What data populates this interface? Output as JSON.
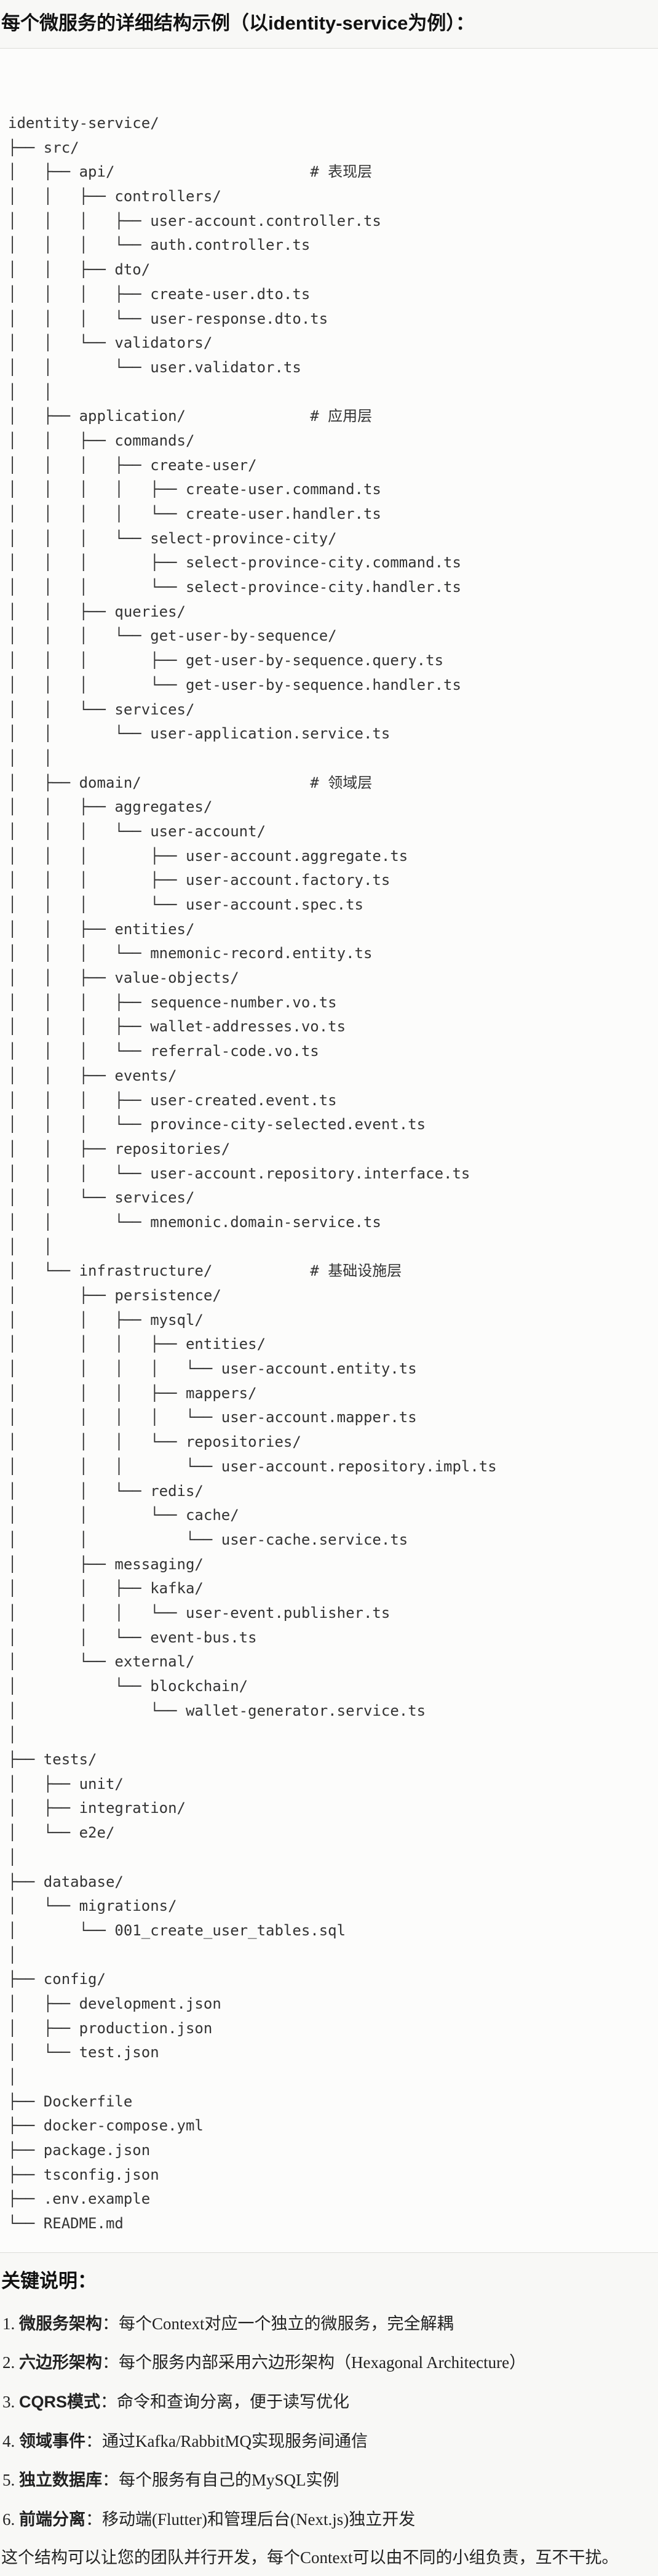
{
  "title": "每个微服务的详细结构示例（以identity-service为例）：",
  "tree": [
    {
      "t": "",
      "n": "identity-service/"
    },
    {
      "t": "├── ",
      "n": "src/"
    },
    {
      "t": "│   ├── ",
      "n": "api/",
      "c": "# 表现层"
    },
    {
      "t": "│   │   ├── ",
      "n": "controllers/"
    },
    {
      "t": "│   │   │   ├── ",
      "n": "user-account.controller.ts"
    },
    {
      "t": "│   │   │   └── ",
      "n": "auth.controller.ts"
    },
    {
      "t": "│   │   ├── ",
      "n": "dto/"
    },
    {
      "t": "│   │   │   ├── ",
      "n": "create-user.dto.ts"
    },
    {
      "t": "│   │   │   └── ",
      "n": "user-response.dto.ts"
    },
    {
      "t": "│   │   └── ",
      "n": "validators/"
    },
    {
      "t": "│   │       └── ",
      "n": "user.validator.ts"
    },
    {
      "t": "│   │",
      "n": ""
    },
    {
      "t": "│   ├── ",
      "n": "application/",
      "c": "# 应用层"
    },
    {
      "t": "│   │   ├── ",
      "n": "commands/"
    },
    {
      "t": "│   │   │   ├── ",
      "n": "create-user/"
    },
    {
      "t": "│   │   │   │   ├── ",
      "n": "create-user.command.ts"
    },
    {
      "t": "│   │   │   │   └── ",
      "n": "create-user.handler.ts"
    },
    {
      "t": "│   │   │   └── ",
      "n": "select-province-city/"
    },
    {
      "t": "│   │   │       ├── ",
      "n": "select-province-city.command.ts"
    },
    {
      "t": "│   │   │       └── ",
      "n": "select-province-city.handler.ts"
    },
    {
      "t": "│   │   ├── ",
      "n": "queries/"
    },
    {
      "t": "│   │   │   └── ",
      "n": "get-user-by-sequence/"
    },
    {
      "t": "│   │   │       ├── ",
      "n": "get-user-by-sequence.query.ts"
    },
    {
      "t": "│   │   │       └── ",
      "n": "get-user-by-sequence.handler.ts"
    },
    {
      "t": "│   │   └── ",
      "n": "services/"
    },
    {
      "t": "│   │       └── ",
      "n": "user-application.service.ts"
    },
    {
      "t": "│   │",
      "n": ""
    },
    {
      "t": "│   ├── ",
      "n": "domain/",
      "c": "# 领域层"
    },
    {
      "t": "│   │   ├── ",
      "n": "aggregates/"
    },
    {
      "t": "│   │   │   └── ",
      "n": "user-account/"
    },
    {
      "t": "│   │   │       ├── ",
      "n": "user-account.aggregate.ts"
    },
    {
      "t": "│   │   │       ├── ",
      "n": "user-account.factory.ts"
    },
    {
      "t": "│   │   │       └── ",
      "n": "user-account.spec.ts"
    },
    {
      "t": "│   │   ├── ",
      "n": "entities/"
    },
    {
      "t": "│   │   │   └── ",
      "n": "mnemonic-record.entity.ts"
    },
    {
      "t": "│   │   ├── ",
      "n": "value-objects/"
    },
    {
      "t": "│   │   │   ├── ",
      "n": "sequence-number.vo.ts"
    },
    {
      "t": "│   │   │   ├── ",
      "n": "wallet-addresses.vo.ts"
    },
    {
      "t": "│   │   │   └── ",
      "n": "referral-code.vo.ts"
    },
    {
      "t": "│   │   ├── ",
      "n": "events/"
    },
    {
      "t": "│   │   │   ├── ",
      "n": "user-created.event.ts"
    },
    {
      "t": "│   │   │   └── ",
      "n": "province-city-selected.event.ts"
    },
    {
      "t": "│   │   ├── ",
      "n": "repositories/"
    },
    {
      "t": "│   │   │   └── ",
      "n": "user-account.repository.interface.ts"
    },
    {
      "t": "│   │   └── ",
      "n": "services/"
    },
    {
      "t": "│   │       └── ",
      "n": "mnemonic.domain-service.ts"
    },
    {
      "t": "│   │",
      "n": ""
    },
    {
      "t": "│   └── ",
      "n": "infrastructure/",
      "c": "# 基础设施层"
    },
    {
      "t": "│       ├── ",
      "n": "persistence/"
    },
    {
      "t": "│       │   ├── ",
      "n": "mysql/"
    },
    {
      "t": "│       │   │   ├── ",
      "n": "entities/"
    },
    {
      "t": "│       │   │   │   └── ",
      "n": "user-account.entity.ts"
    },
    {
      "t": "│       │   │   ├── ",
      "n": "mappers/"
    },
    {
      "t": "│       │   │   │   └── ",
      "n": "user-account.mapper.ts"
    },
    {
      "t": "│       │   │   └── ",
      "n": "repositories/"
    },
    {
      "t": "│       │   │       └── ",
      "n": "user-account.repository.impl.ts"
    },
    {
      "t": "│       │   └── ",
      "n": "redis/"
    },
    {
      "t": "│       │       └── ",
      "n": "cache/"
    },
    {
      "t": "│       │           └── ",
      "n": "user-cache.service.ts"
    },
    {
      "t": "│       ├── ",
      "n": "messaging/"
    },
    {
      "t": "│       │   ├── ",
      "n": "kafka/"
    },
    {
      "t": "│       │   │   └── ",
      "n": "user-event.publisher.ts"
    },
    {
      "t": "│       │   └── ",
      "n": "event-bus.ts"
    },
    {
      "t": "│       └── ",
      "n": "external/"
    },
    {
      "t": "│           └── ",
      "n": "blockchain/"
    },
    {
      "t": "│               └── ",
      "n": "wallet-generator.service.ts"
    },
    {
      "t": "│",
      "n": ""
    },
    {
      "t": "├── ",
      "n": "tests/"
    },
    {
      "t": "│   ├── ",
      "n": "unit/"
    },
    {
      "t": "│   ├── ",
      "n": "integration/"
    },
    {
      "t": "│   └── ",
      "n": "e2e/"
    },
    {
      "t": "│",
      "n": ""
    },
    {
      "t": "├── ",
      "n": "database/"
    },
    {
      "t": "│   └── ",
      "n": "migrations/"
    },
    {
      "t": "│       └── ",
      "n": "001_create_user_tables.sql"
    },
    {
      "t": "│",
      "n": ""
    },
    {
      "t": "├── ",
      "n": "config/"
    },
    {
      "t": "│   ├── ",
      "n": "development.json"
    },
    {
      "t": "│   ├── ",
      "n": "production.json"
    },
    {
      "t": "│   └── ",
      "n": "test.json"
    },
    {
      "t": "│",
      "n": ""
    },
    {
      "t": "├── ",
      "n": "Dockerfile"
    },
    {
      "t": "├── ",
      "n": "docker-compose.yml"
    },
    {
      "t": "├── ",
      "n": "package.json"
    },
    {
      "t": "├── ",
      "n": "tsconfig.json"
    },
    {
      "t": "├── ",
      "n": ".env.example"
    },
    {
      "t": "└── ",
      "n": "README.md"
    }
  ],
  "notes": {
    "heading": "关键说明：",
    "items": [
      {
        "num": "1. ",
        "label": "微服务架构",
        "text": "：每个Context对应一个独立的微服务，完全解耦"
      },
      {
        "num": "2. ",
        "label": "六边形架构",
        "text": "：每个服务内部采用六边形架构（Hexagonal Architecture）"
      },
      {
        "num": "3. ",
        "label": "CQRS模式",
        "text": "：命令和查询分离，便于读写优化"
      },
      {
        "num": "4. ",
        "label": "领域事件",
        "text": "：通过Kafka/RabbitMQ实现服务间通信"
      },
      {
        "num": "5. ",
        "label": "独立数据库",
        "text": "：每个服务有自己的MySQL实例"
      },
      {
        "num": "6. ",
        "label": "前端分离",
        "text": "：移动端(Flutter)和管理后台(Next.js)独立开发"
      }
    ],
    "footer": "这个结构可以让您的团队并行开发，每个Context可以由不同的小组负责，互不干扰。"
  }
}
